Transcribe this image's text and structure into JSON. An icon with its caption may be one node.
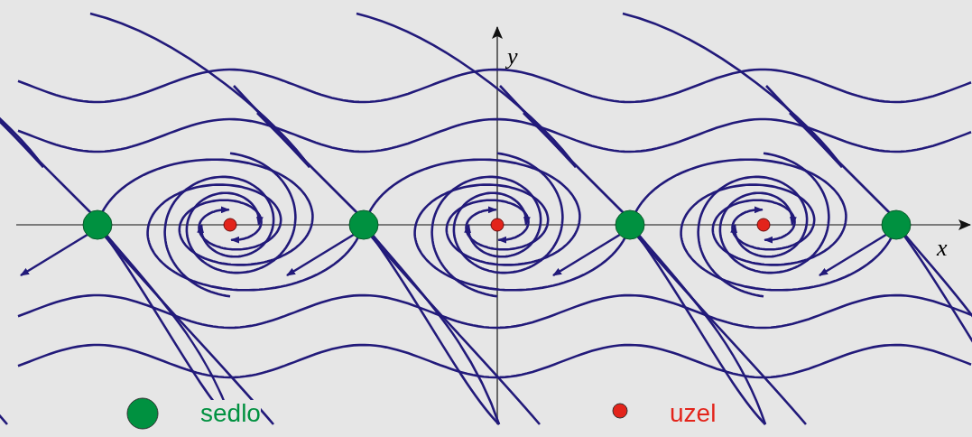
{
  "diagram": {
    "labels": [
      "y",
      "x"
    ],
    "legend": [
      {
        "text": "sedlo",
        "color": "#009140"
      },
      {
        "text": "uzel",
        "color": "#e3241b"
      }
    ]
  }
}
